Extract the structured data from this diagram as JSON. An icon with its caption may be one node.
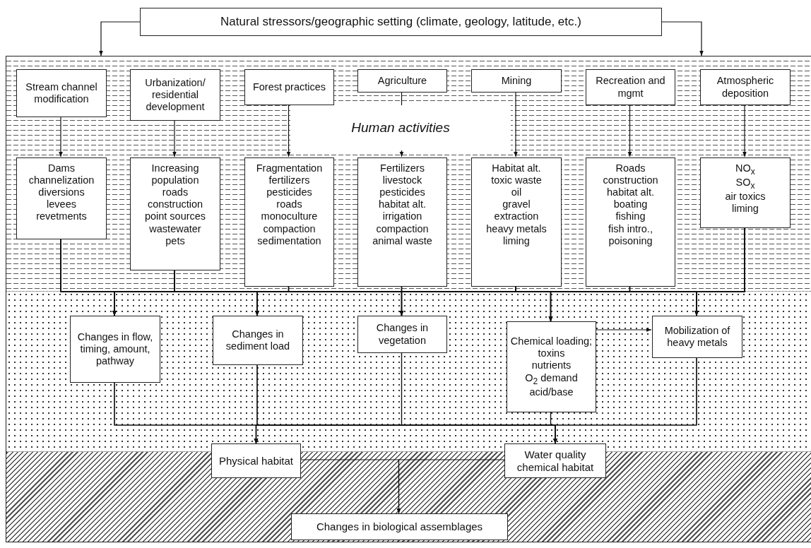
{
  "diagram": {
    "nodes": [
      {
        "text": [
          "Natural stressors/geographic setting (climate, geology, latitude, etc.)"
        ]
      },
      {
        "text": [
          "Human activities"
        ]
      },
      {
        "text": [
          "Stream channel modification"
        ],
        "in": 1
      },
      {
        "text": [
          "Urbanization/ residential development"
        ],
        "in": 1
      },
      {
        "text": [
          "Forest practices"
        ],
        "in": 1
      },
      {
        "text": [
          "Agriculture"
        ],
        "in": 1
      },
      {
        "text": [
          "Mining"
        ],
        "in": 1
      },
      {
        "text": [
          "Recreation and mgmt"
        ],
        "in": 1
      },
      {
        "text": [
          "Atmospheric deposition"
        ],
        "in": 1
      },
      {
        "text": [
          "Dams",
          "channelization",
          "diversions",
          "levees",
          "revetments"
        ],
        "in": 1
      },
      {
        "text": [
          "Increasing population",
          "roads",
          "construction",
          "point sources",
          "wastewater",
          "pets"
        ],
        "in": 1
      },
      {
        "text": [
          "Fragmentation",
          "fertilizers",
          "pesticides",
          "roads",
          "monoculture",
          "compaction",
          "sedimentation"
        ],
        "in": 1
      },
      {
        "text": [
          "Fertilizers",
          "livestock",
          "pesticides",
          "habitat alt.",
          "irrigation",
          "compaction",
          "animal waste"
        ],
        "in": 1
      },
      {
        "text": [
          "Habitat alt.",
          "toxic waste",
          "oil",
          "gravel",
          "extraction",
          "heavy metals",
          "liming"
        ],
        "in": 1
      },
      {
        "text": [
          "Roads",
          "construction",
          "habitat alt.",
          "boating",
          "fishing",
          "fish intro., poisoning"
        ],
        "in": 1
      },
      {
        "text": [
          "NO$_{x}$",
          "SO$_{x}$",
          "air toxics",
          "liming"
        ],
        "in": 1
      },
      {
        "text": [],
        "shape": "box"
      },
      {
        "text": [
          "Changes in flow, timing, amount, pathway"
        ],
        "in": 16
      },
      {
        "text": [
          "Changes in sediment load"
        ],
        "in": 16
      },
      {
        "text": [
          "Changes in vegetation"
        ],
        "in": 16
      },
      {
        "text": [
          "Chemical loading;",
          "toxins",
          "nutrients",
          "O$_{2}$ demand",
          "acid/base"
        ],
        "in": 16
      },
      {
        "text": [
          "Mobilization of heavy metals"
        ],
        "in": 16
      },
      {
        "text": [],
        "shape": "box"
      },
      {
        "text": [
          "Physical habitat"
        ]
      },
      {
        "text": [
          "Water quality chemical habitat"
        ]
      },
      {
        "text": [
          "Changes in biological assemblages"
        ],
        "in": 22
      }
    ],
    "edges": [
      {
        "from": 0,
        "to": 1,
        "arrow": "to"
      },
      {
        "from": 0,
        "to": 1,
        "arrow": "to"
      },
      {
        "from": 2,
        "to": 9,
        "arrow": "to"
      },
      {
        "from": 3,
        "to": 10,
        "arrow": "to"
      },
      {
        "from": 4,
        "to": 11,
        "arrow": "to"
      },
      {
        "from": 5,
        "to": 12,
        "arrow": "to"
      },
      {
        "from": 6,
        "to": 13,
        "arrow": "to"
      },
      {
        "from": 7,
        "to": 14,
        "arrow": "to"
      },
      {
        "from": 8,
        "to": 15,
        "arrow": "to"
      },
      {
        "from": 9,
        "to": 17,
        "arrow": "to"
      },
      {
        "from": 9,
        "to": 18,
        "arrow": "to"
      },
      {
        "from": 9,
        "to": 19,
        "arrow": "to"
      },
      {
        "from": 9,
        "to": 20,
        "arrow": "to"
      },
      {
        "from": 9,
        "to": 21,
        "arrow": "to"
      },
      {
        "from": 10,
        "to": 17,
        "arrow": "to"
      },
      {
        "from": 10,
        "to": 18,
        "arrow": "to"
      },
      {
        "from": 10,
        "to": 19,
        "arrow": "to"
      },
      {
        "from": 10,
        "to": 20,
        "arrow": "to"
      },
      {
        "from": 10,
        "to": 21,
        "arrow": "to"
      },
      {
        "from": 11,
        "to": 17,
        "arrow": "to"
      },
      {
        "from": 11,
        "to": 18,
        "arrow": "to"
      },
      {
        "from": 11,
        "to": 19,
        "arrow": "to"
      },
      {
        "from": 11,
        "to": 20,
        "arrow": "to"
      },
      {
        "from": 11,
        "to": 21,
        "arrow": "to"
      },
      {
        "from": 12,
        "to": 17,
        "arrow": "to"
      },
      {
        "from": 12,
        "to": 18,
        "arrow": "to"
      },
      {
        "from": 12,
        "to": 19,
        "arrow": "to"
      },
      {
        "from": 12,
        "to": 20,
        "arrow": "to"
      },
      {
        "from": 12,
        "to": 21,
        "arrow": "to"
      },
      {
        "from": 13,
        "to": 17,
        "arrow": "to"
      },
      {
        "from": 13,
        "to": 18,
        "arrow": "to"
      },
      {
        "from": 13,
        "to": 19,
        "arrow": "to"
      },
      {
        "from": 13,
        "to": 20,
        "arrow": "to"
      },
      {
        "from": 13,
        "to": 21,
        "arrow": "to"
      },
      {
        "from": 14,
        "to": 17,
        "arrow": "to"
      },
      {
        "from": 14,
        "to": 18,
        "arrow": "to"
      },
      {
        "from": 14,
        "to": 19,
        "arrow": "to"
      },
      {
        "from": 14,
        "to": 20,
        "arrow": "to"
      },
      {
        "from": 14,
        "to": 21,
        "arrow": "to"
      },
      {
        "from": 15,
        "to": 17,
        "arrow": "to"
      },
      {
        "from": 15,
        "to": 18,
        "arrow": "to"
      },
      {
        "from": 15,
        "to": 19,
        "arrow": "to"
      },
      {
        "from": 15,
        "to": 20,
        "arrow": "to"
      },
      {
        "from": 15,
        "to": 21,
        "arrow": "to"
      },
      {
        "from": 20,
        "to": 21,
        "arrow": "to"
      },
      {
        "from": 17,
        "to": 23,
        "arrow": "to"
      },
      {
        "from": 17,
        "to": 24,
        "arrow": "to"
      },
      {
        "from": 18,
        "to": 23,
        "arrow": "to"
      },
      {
        "from": 18,
        "to": 24,
        "arrow": "to"
      },
      {
        "from": 19,
        "to": 23,
        "arrow": "to"
      },
      {
        "from": 19,
        "to": 24,
        "arrow": "to"
      },
      {
        "from": 20,
        "to": 23,
        "arrow": "to"
      },
      {
        "from": 20,
        "to": 24,
        "arrow": "to"
      },
      {
        "from": 21,
        "to": 23,
        "arrow": "to"
      },
      {
        "from": 21,
        "to": 24,
        "arrow": "to"
      },
      {
        "from": 23,
        "to": 25,
        "arrow": "to"
      },
      {
        "from": 24,
        "to": 25,
        "arrow": "to"
      }
    ]
  }
}
